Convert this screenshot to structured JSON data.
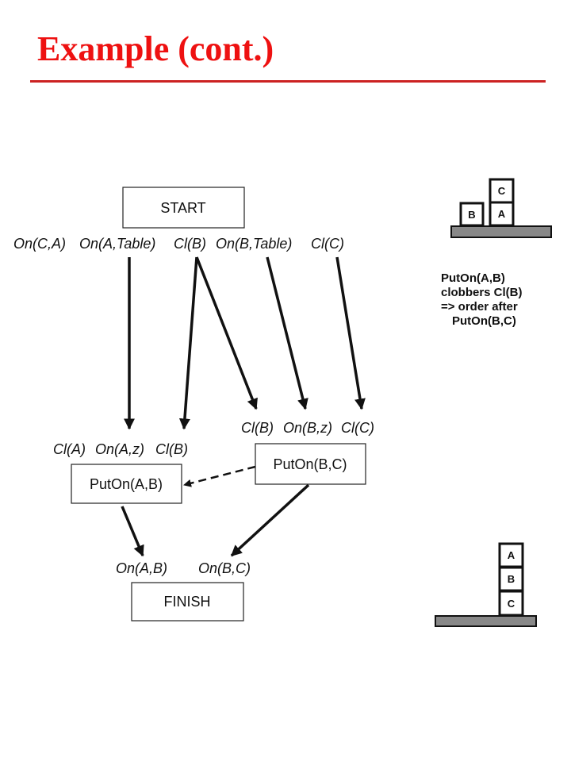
{
  "slide_title": "Example (cont.)",
  "nodes": {
    "start": "START",
    "finish": "FINISH",
    "put_ab": "PutOn(A,B)",
    "put_bc": "PutOn(B,C)"
  },
  "start_effects": {
    "on_c_a": "On(C,A)",
    "on_a_table": "On(A,Table)",
    "cl_b": "Cl(B)",
    "on_b_table": "On(B,Table)",
    "cl_c": "Cl(C)"
  },
  "put_ab_preconds": {
    "cl_a": "Cl(A)",
    "on_a_z": "On(A,z)",
    "cl_b": "Cl(B)"
  },
  "put_bc_preconds": {
    "cl_b": "Cl(B)",
    "on_b_z": "On(B,z)",
    "cl_c": "Cl(C)"
  },
  "finish_preconds": {
    "on_a_b": "On(A,B)",
    "on_b_c": "On(B,C)"
  },
  "initial_blocks": {
    "c": "C",
    "b": "B",
    "a": "A"
  },
  "goal_blocks": {
    "a": "A",
    "b": "B",
    "c": "C"
  },
  "note": {
    "line1": "PutOn(A,B)",
    "line2": "clobbers Cl(B)",
    "line3": "=> order after",
    "line4": "PutOn(B,C)"
  },
  "colors": {
    "title": "#ee1111",
    "rule": "#cc2222",
    "table": "#888888",
    "ink": "#111111"
  }
}
